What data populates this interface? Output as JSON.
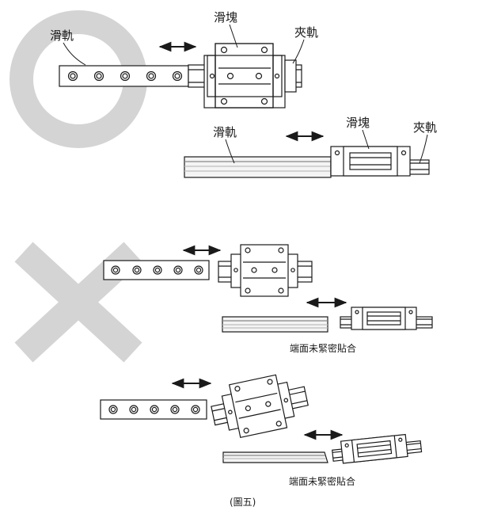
{
  "labels": {
    "rail": "滑軌",
    "block": "滑塊",
    "clamp_rail": "夾軌",
    "note": "端面未緊密貼合",
    "caption": "(圖五)"
  },
  "symbols": {
    "correct": "circle-ok-mark",
    "wrong": "x-ng-mark"
  },
  "colors": {
    "mark_gray": "#d4d4d4",
    "line": "#1a1a1a",
    "rail_fill": "#f4f4f4",
    "groove": "#bdbdbd"
  }
}
